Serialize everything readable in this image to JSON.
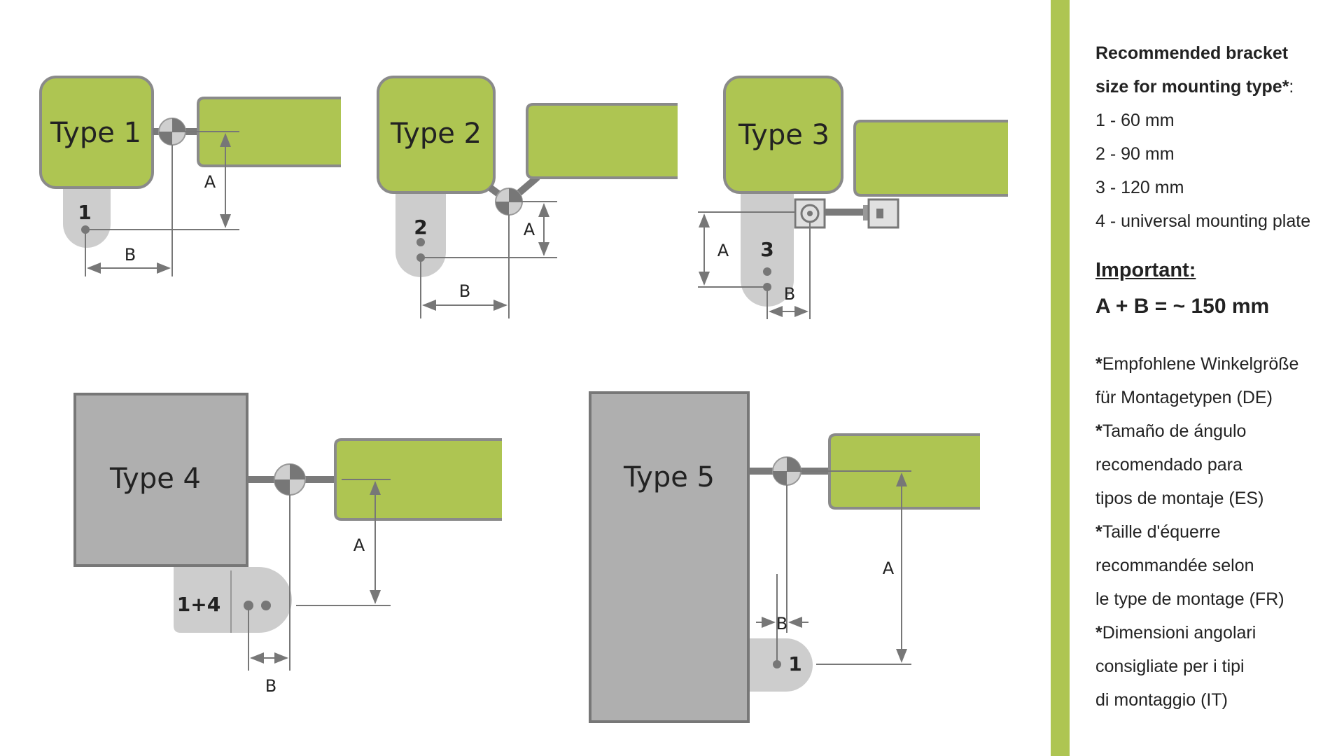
{
  "diagrams": {
    "type1": {
      "label": "Type 1",
      "bracket": "1",
      "dim_a": "A",
      "dim_b": "B"
    },
    "type2": {
      "label": "Type 2",
      "bracket": "2",
      "dim_a": "A",
      "dim_b": "B"
    },
    "type3": {
      "label": "Type 3",
      "bracket": "3",
      "dim_a": "A",
      "dim_b": "B"
    },
    "type4": {
      "label": "Type 4",
      "bracket": "1+4",
      "dim_a": "A",
      "dim_b": "B"
    },
    "type5": {
      "label": "Type 5",
      "bracket": "1",
      "dim_a": "A",
      "dim_b": "B"
    }
  },
  "colors": {
    "accent": "#aec552",
    "grey": "#afafaf",
    "line": "#777777"
  },
  "info": {
    "heading_line1": "Recommended bracket",
    "heading_line2": "size for mounting type",
    "heading_star": "*",
    "heading_colon": ":",
    "sizes": [
      "1 - 60 mm",
      "2 - 90 mm",
      "3 - 120 mm",
      "4 - universal mounting plate"
    ],
    "important": "Important:",
    "formula": "A + B = ~ 150 mm",
    "translations": [
      {
        "star": "*",
        "lines": [
          "Empfohlene Winkelgröße",
          "für Montagetypen (DE)"
        ]
      },
      {
        "star": "*",
        "lines": [
          "Tamaño de ángulo",
          "recomendado para",
          "tipos de montaje (ES)"
        ]
      },
      {
        "star": "*",
        "lines": [
          "Taille d'équerre",
          "recommandée selon",
          "le type de montage (FR)"
        ]
      },
      {
        "star": "*",
        "lines": [
          "Dimensioni angolari",
          "consigliate per i tipi",
          "di montaggio (IT)"
        ]
      }
    ]
  }
}
